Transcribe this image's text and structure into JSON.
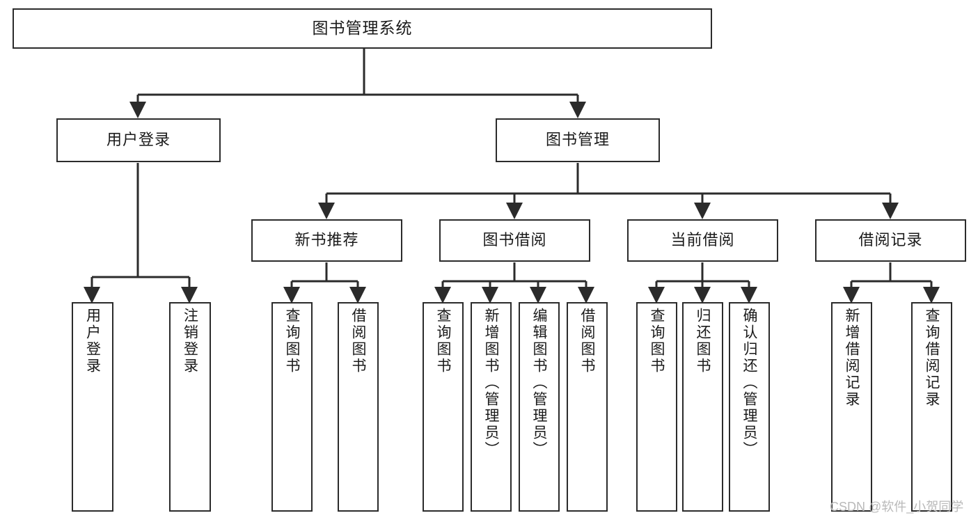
{
  "diagram": {
    "type": "tree-hierarchy",
    "title": "图书管理系统",
    "watermark": "CSDN @软件_小贺同学",
    "colors": {
      "stroke": "#2b2b2b",
      "fill": "#ffffff",
      "text": "#1a1a1a",
      "watermark": "#b9b9b9"
    },
    "levels": {
      "root": {
        "label": "图书管理系统"
      },
      "level2": [
        {
          "id": "user-login",
          "label": "用户登录"
        },
        {
          "id": "book-manage",
          "label": "图书管理"
        }
      ],
      "level3": [
        {
          "id": "new-book-rec",
          "label": "新书推荐",
          "parent": "book-manage"
        },
        {
          "id": "book-borrow",
          "label": "图书借阅",
          "parent": "book-manage"
        },
        {
          "id": "current-borrow",
          "label": "当前借阅",
          "parent": "book-manage"
        },
        {
          "id": "borrow-record",
          "label": "借阅记录",
          "parent": "book-manage"
        }
      ],
      "leaves": [
        {
          "id": "leaf-user-login",
          "label": "用户登录",
          "parent": "user-login"
        },
        {
          "id": "leaf-logout-login",
          "label": "注销登录",
          "parent": "user-login"
        },
        {
          "id": "leaf-query-book-1",
          "label": "查询图书",
          "parent": "new-book-rec"
        },
        {
          "id": "leaf-borrow-book-1",
          "label": "借阅图书",
          "parent": "new-book-rec"
        },
        {
          "id": "leaf-query-book-2",
          "label": "查询图书",
          "parent": "book-borrow"
        },
        {
          "id": "leaf-add-book",
          "label": "新增图书（管理员）",
          "parent": "book-borrow"
        },
        {
          "id": "leaf-edit-book",
          "label": "编辑图书（管理员）",
          "parent": "book-borrow"
        },
        {
          "id": "leaf-borrow-book-2",
          "label": "借阅图书",
          "parent": "book-borrow"
        },
        {
          "id": "leaf-query-book-3",
          "label": "查询图书",
          "parent": "current-borrow"
        },
        {
          "id": "leaf-return-book",
          "label": "归还图书",
          "parent": "current-borrow"
        },
        {
          "id": "leaf-confirm-return",
          "label": "确认归还（管理员）",
          "parent": "current-borrow"
        },
        {
          "id": "leaf-add-record",
          "label": "新增借阅记录",
          "parent": "borrow-record"
        },
        {
          "id": "leaf-query-record",
          "label": "查询借阅记录",
          "parent": "borrow-record"
        }
      ]
    }
  }
}
